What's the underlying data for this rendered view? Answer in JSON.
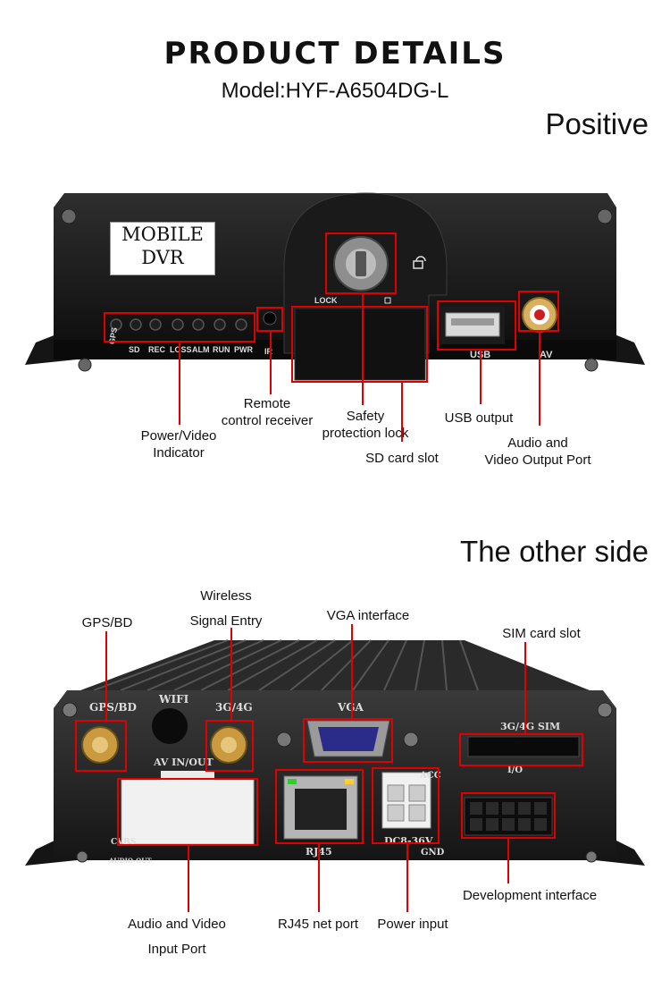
{
  "header": {
    "title": "PRODUCT DETAILS",
    "model": "Model:HYF-A6504DG-L"
  },
  "positive": {
    "heading": "Positive",
    "panel_badge": [
      "MOBILE",
      "DVR"
    ],
    "led_labels": [
      "GPS",
      "SD",
      "REC",
      "LOSS",
      "ALM",
      "RUN",
      "PWR"
    ],
    "ir_label": "IR",
    "lock_label": "LOCK",
    "usb_label": "USB",
    "av_label": "AV",
    "callouts": {
      "remote": [
        "Remote",
        "control receiver"
      ],
      "safety": [
        "Safety",
        "protection lock"
      ],
      "usb": "USB output",
      "indicator": [
        "Power/Video",
        "Indicator"
      ],
      "sd": "SD card slot",
      "audio": [
        "Audio and",
        "Video Output Port"
      ]
    }
  },
  "other_side": {
    "heading": "The other side",
    "panel_labels": {
      "gps": "GPS/BD",
      "wifi": "WIFI",
      "g4": "3G/4G",
      "vga": "VGA",
      "sim": "3G/4G SIM",
      "av_inout": "AV IN/OUT",
      "rj45": "RJ45",
      "dc": "DC8-36V",
      "gnd": "GND",
      "acc": "ACC",
      "io": "I/O",
      "cvbs": "CVBS",
      "audio_out": "AUDIO-OUT"
    },
    "callouts": {
      "wireless": [
        "Wireless",
        "Signal Entry"
      ],
      "gps": "GPS/BD",
      "vga": "VGA interface",
      "sim": "SIM card slot",
      "dev": "Development interface",
      "audio_in": [
        "Audio and Video",
        "Input Port"
      ],
      "rj45": "RJ45 net port",
      "power": "Power input"
    }
  }
}
